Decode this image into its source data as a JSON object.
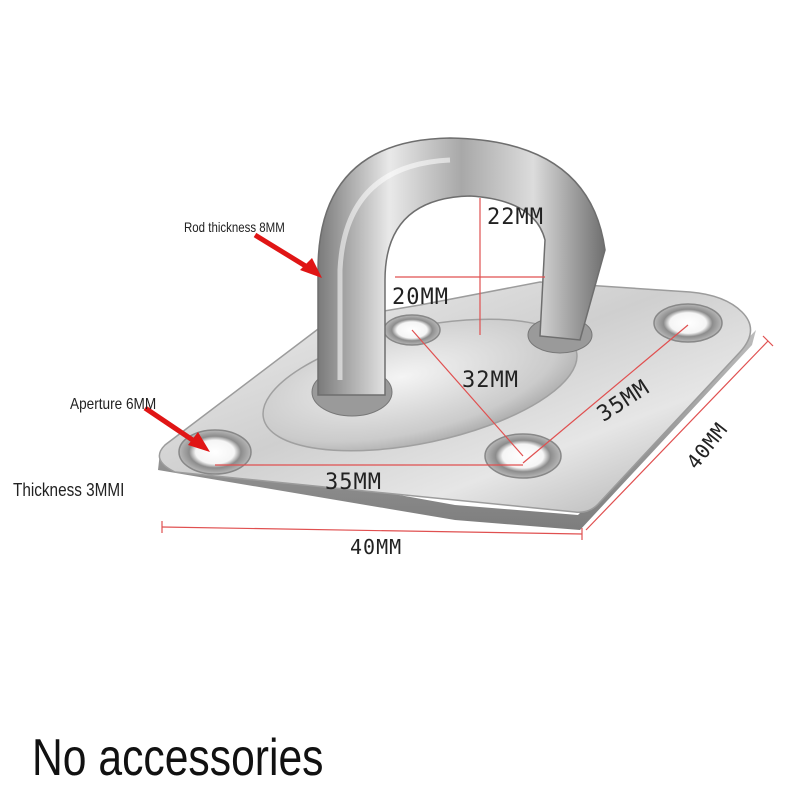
{
  "labels": {
    "rod_thickness": "Rod thickness 8MM",
    "aperture": "Aperture 6MM",
    "thickness": "Thickness 3MMI",
    "dim_22": "22MM",
    "dim_20": "20MM",
    "dim_32": "32MM",
    "dim_35_bottom": "35MM",
    "dim_35_side": "35MM",
    "dim_40_bottom": "40MM",
    "dim_40_side": "40MM"
  },
  "caption": "No accessories",
  "colors": {
    "dimension_line": "#e05050",
    "arrow": "#e01515",
    "steel_light": "#e8e8e8",
    "steel_dark": "#8a8a8a"
  },
  "icons": {
    "arrow": "red-arrow-icon"
  }
}
